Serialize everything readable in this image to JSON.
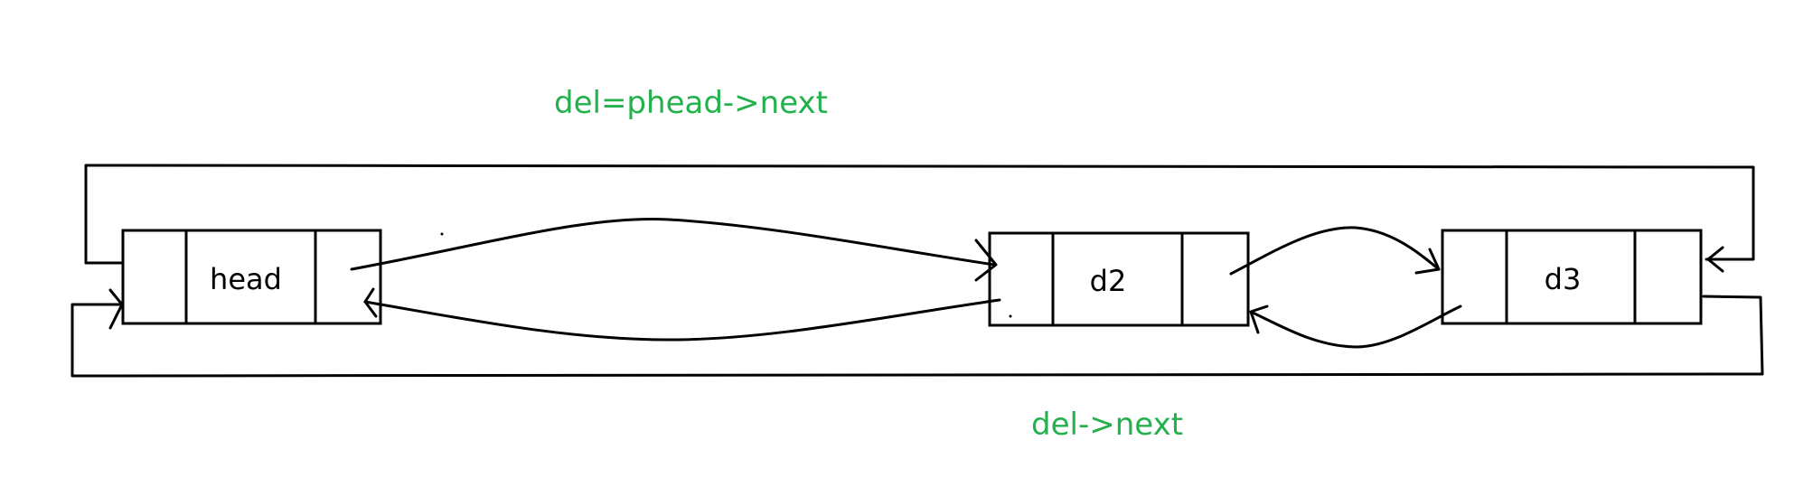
{
  "annotations": {
    "top": "del=phead->next",
    "bottom": "del->next"
  },
  "nodes": [
    {
      "id": "head",
      "label": "head"
    },
    {
      "id": "d2",
      "label": "d2"
    },
    {
      "id": "d3",
      "label": "d3"
    }
  ],
  "colors": {
    "annotation": "#22b14c",
    "ink": "#000000",
    "background": "#ffffff"
  }
}
